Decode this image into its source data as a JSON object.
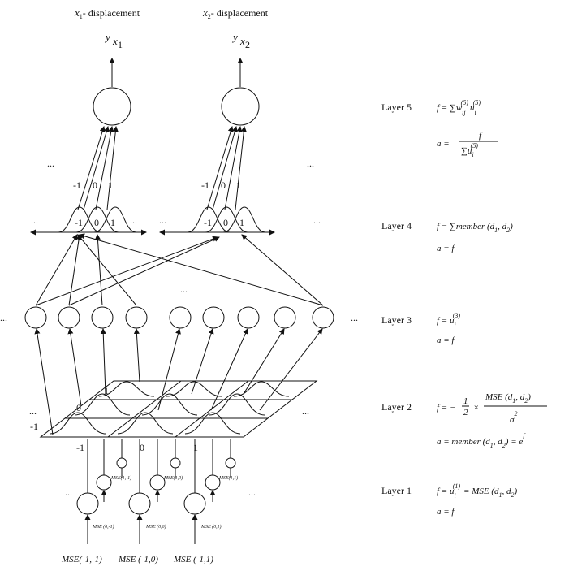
{
  "outputs": {
    "x1_title": "x",
    "x1_sub": "1",
    "x1_rest": "- displacement",
    "x2_title": "x",
    "x2_sub": "2",
    "x2_rest": "- displacement",
    "y1_main": "y",
    "y1_sub": "x",
    "y1_subsub": "1",
    "y2_main": "y",
    "y2_sub": "x",
    "y2_subsub": "2"
  },
  "ellipsis": "...",
  "membership_labels": {
    "top": [
      "-1",
      "0",
      "1"
    ],
    "inner": [
      "-1",
      "0",
      "1"
    ]
  },
  "grid_labels": {
    "left_axis": [
      "-1",
      "0",
      "1"
    ],
    "bottom_axis": [
      "-1",
      "0",
      "1"
    ]
  },
  "mse_small_labels": [
    "MSE(1,-1)",
    "MSE(1,0)",
    "MSE(1,1)"
  ],
  "mse_mid_labels": [
    "MSE (0,-1)",
    "MSE (0,0)",
    "MSE (0,1)"
  ],
  "mse_bottom_labels": [
    "MSE(-1,-1)",
    "MSE (-1,0)",
    "MSE (-1,1)"
  ],
  "layers": [
    {
      "name": "Layer 5",
      "eq1": "f = ∑w",
      "eq1_sup": "(5)",
      "eq1_sub": "ij",
      "eq1_rest": "u",
      "eq1_rest_sup": "(5)",
      "eq1_rest_sub": "i",
      "eq2_left": "a =",
      "eq2_num": "f",
      "eq2_den": "∑u",
      "eq2_den_sup": "(5)",
      "eq2_den_sub": "i"
    },
    {
      "name": "Layer 4",
      "eq1": "f = ∑member (d",
      "eq1_mid": ", d",
      "eq1_end": ")",
      "eq2": "a = f"
    },
    {
      "name": "Layer 3",
      "eq1": "f = u",
      "eq1_sup": "(3)",
      "eq1_sub": "i",
      "eq2": "a = f"
    },
    {
      "name": "Layer 2",
      "eq1_left": "f = −",
      "eq1_frac_num": "1",
      "eq1_frac_den": "2",
      "eq1_times": "×",
      "eq1_num": "MSE (d",
      "eq1_num_mid": ", d",
      "eq1_num_end": ")",
      "eq1_den": "σ",
      "eq1_den_sup": "2",
      "eq2": "a = member (d",
      "eq2_mid": ", d",
      "eq2_end": ") = e",
      "eq2_sup": "f"
    },
    {
      "name": "Layer 1",
      "eq1": "f = u",
      "eq1_sup": "(1)",
      "eq1_sub": "i",
      "eq1_rest": "= MSE (d",
      "eq1_mid": ", d",
      "eq1_end": ")",
      "eq2": "a = f"
    }
  ]
}
